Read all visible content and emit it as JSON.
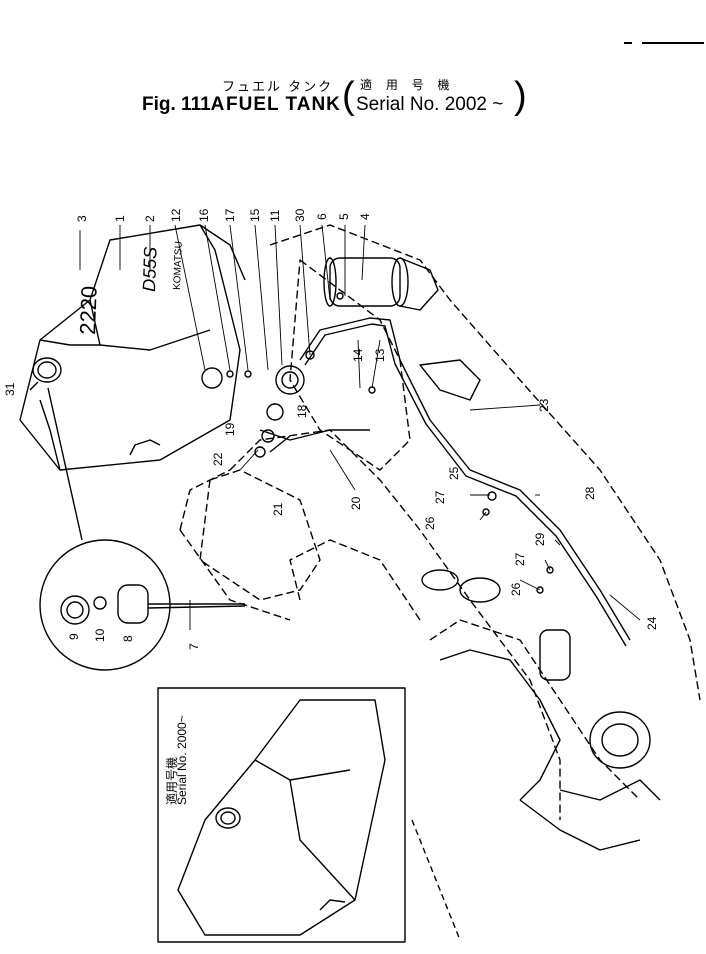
{
  "header": {
    "jp_title": "フュエル タンク",
    "fig_label": "Fig. 111A",
    "fig_name": "FUEL TANK",
    "jp_applicability": "適 用 号 機",
    "serial": "Serial No. 2002 ~"
  },
  "tank_markings": {
    "model": "D55S",
    "brand": "KOMATSU",
    "number": "2220"
  },
  "inset": {
    "serial_note": "Serial No. 2000~",
    "jp_note": "適用号機"
  },
  "callouts": {
    "c1": "1",
    "c2": "2",
    "c3": "3",
    "c4": "4",
    "c5": "5",
    "c6": "6",
    "c7": "7",
    "c8": "8",
    "c9": "9",
    "c10": "10",
    "c11": "11",
    "c12": "12",
    "c13": "13",
    "c14": "14",
    "c15": "15",
    "c16": "16",
    "c17": "17",
    "c18": "18",
    "c19": "19",
    "c20": "20",
    "c21": "21",
    "c22": "22",
    "c23": "23",
    "c24": "24",
    "c25": "25",
    "c26": "26",
    "c26b": "26",
    "c27": "27",
    "c27b": "27",
    "c28": "28",
    "c29": "29",
    "c30": "30",
    "c31": "31"
  }
}
